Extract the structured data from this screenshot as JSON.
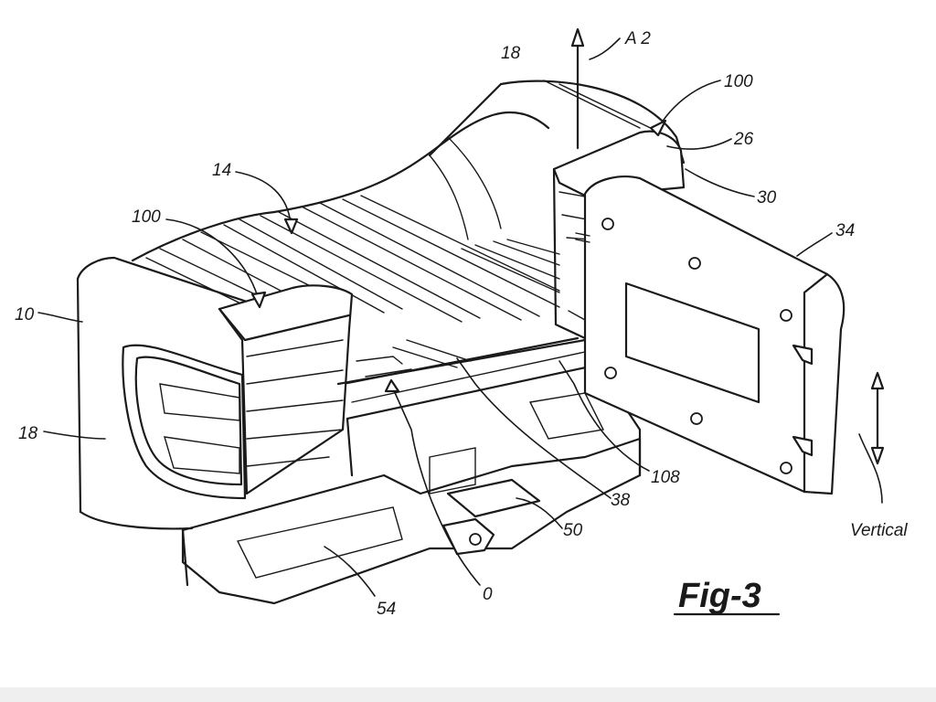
{
  "figure": {
    "title": "Fig-3"
  },
  "labels": {
    "ref_18_top": "18",
    "ref_a2": "A 2",
    "ref_100_right": "100",
    "ref_26": "26",
    "ref_30": "30",
    "ref_14": "14",
    "ref_100_left": "100",
    "ref_34": "34",
    "ref_10": "10",
    "ref_18_left": "18",
    "ref_108": "108",
    "ref_38": "38",
    "ref_50": "50",
    "ref_vertical": "Vertical",
    "ref_0": "0",
    "ref_54": "54"
  }
}
